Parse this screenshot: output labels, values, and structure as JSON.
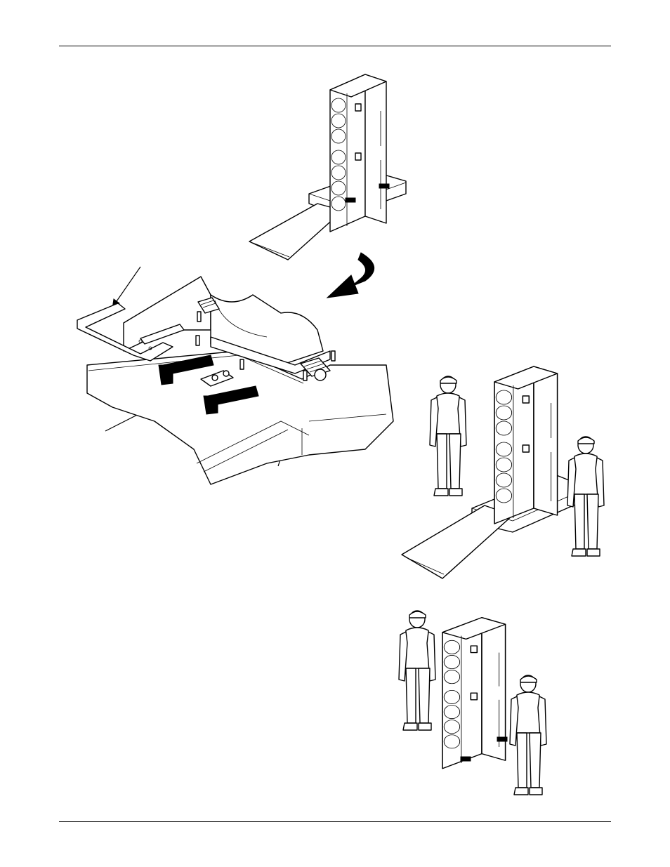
{
  "page": {
    "colors": {
      "line": "#000000",
      "background": "#ffffff"
    },
    "illustrations": [
      {
        "name": "unit-on-pallet-with-ramp"
      },
      {
        "name": "curved-arrow"
      },
      {
        "name": "base-bracket-detail"
      },
      {
        "name": "unit-on-ramp-with-two-workers"
      },
      {
        "name": "unit-upright-with-two-workers"
      }
    ]
  }
}
